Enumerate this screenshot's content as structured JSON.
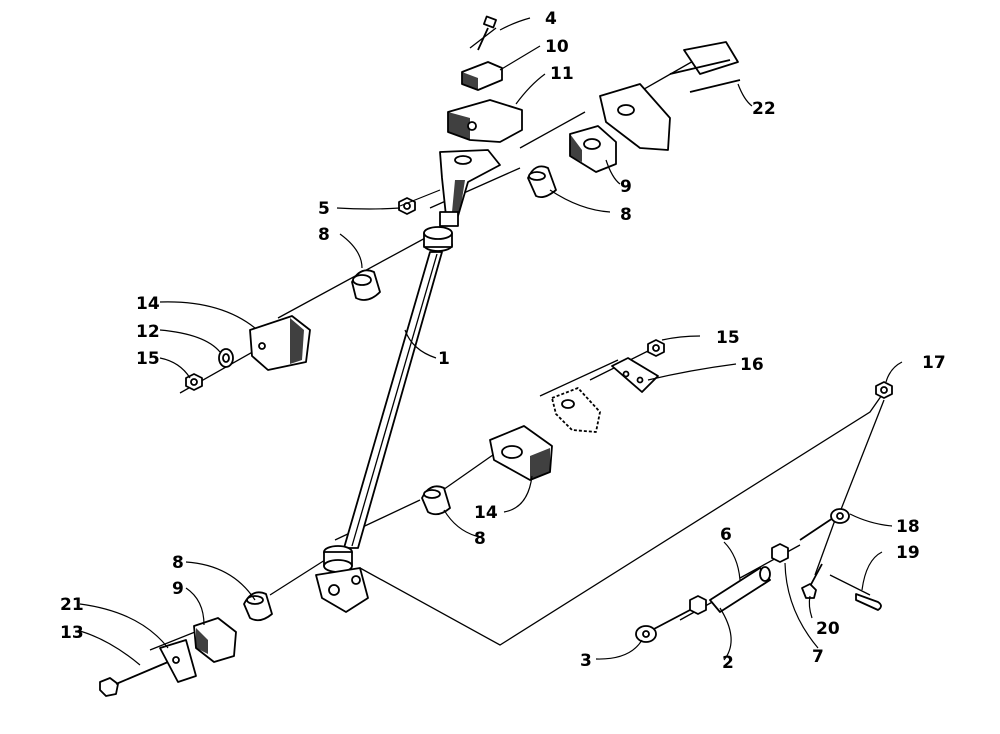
{
  "callouts": {
    "c1": "1",
    "c2": "2",
    "c3": "3",
    "c4": "4",
    "c5": "5",
    "c6": "6",
    "c7": "7",
    "c8a": "8",
    "c8b": "8",
    "c8c": "8",
    "c8d": "8",
    "c9a": "9",
    "c9b": "9",
    "c10": "10",
    "c11": "11",
    "c12": "12",
    "c13": "13",
    "c14a": "14",
    "c14b": "14",
    "c15a": "15",
    "c15b": "15",
    "c16": "16",
    "c17": "17",
    "c18": "18",
    "c19": "19",
    "c20": "20",
    "c21": "21",
    "c22": "22"
  }
}
